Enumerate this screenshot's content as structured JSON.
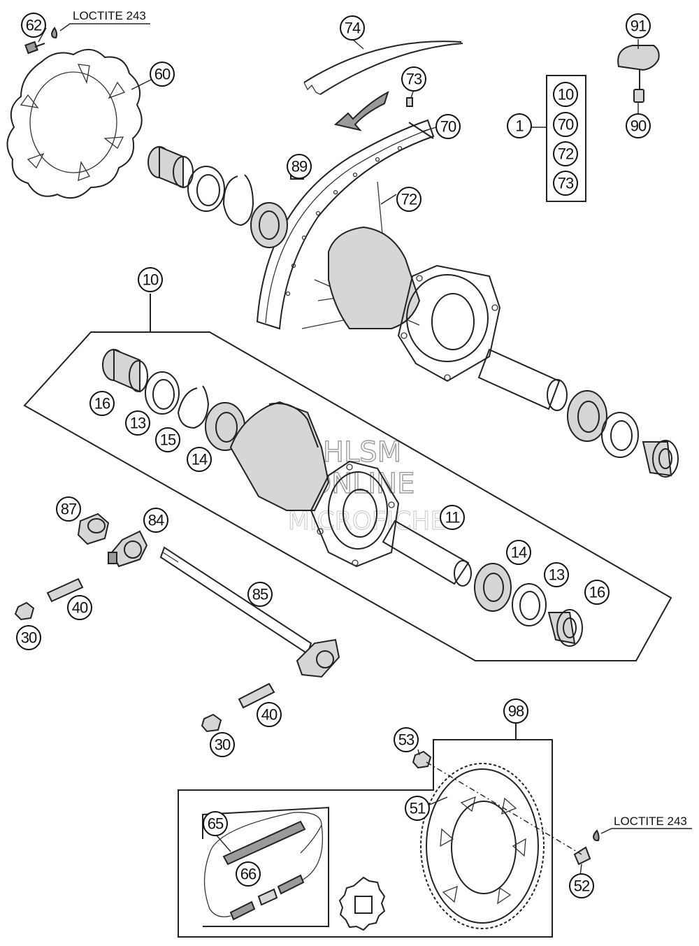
{
  "watermark": {
    "line1": "HLSM",
    "line2": "ONLINE",
    "line3": "MICROFICHE"
  },
  "notes": {
    "loctite_top": "LOCTITE 243",
    "loctite_bottom": "LOCTITE 243"
  },
  "callouts": {
    "c62": "62",
    "c60": "60",
    "c74": "74",
    "c73a": "73",
    "c70a": "70",
    "c72a": "72",
    "c89": "89",
    "c91": "91",
    "c90": "90",
    "c1": "1",
    "c10a": "10",
    "c70b": "70",
    "c72b": "72",
    "c73b": "73",
    "c10": "10",
    "c16a": "16",
    "c13a": "13",
    "c15": "15",
    "c14a": "14",
    "c11": "11",
    "c87": "87",
    "c84": "84",
    "c40a": "40",
    "c30a": "30",
    "c85": "85",
    "c14b": "14",
    "c13b": "13",
    "c16b": "16",
    "c40b": "40",
    "c30b": "30",
    "c98": "98",
    "c53": "53",
    "c51": "51",
    "c52": "52",
    "c65": "65",
    "c66": "66"
  }
}
